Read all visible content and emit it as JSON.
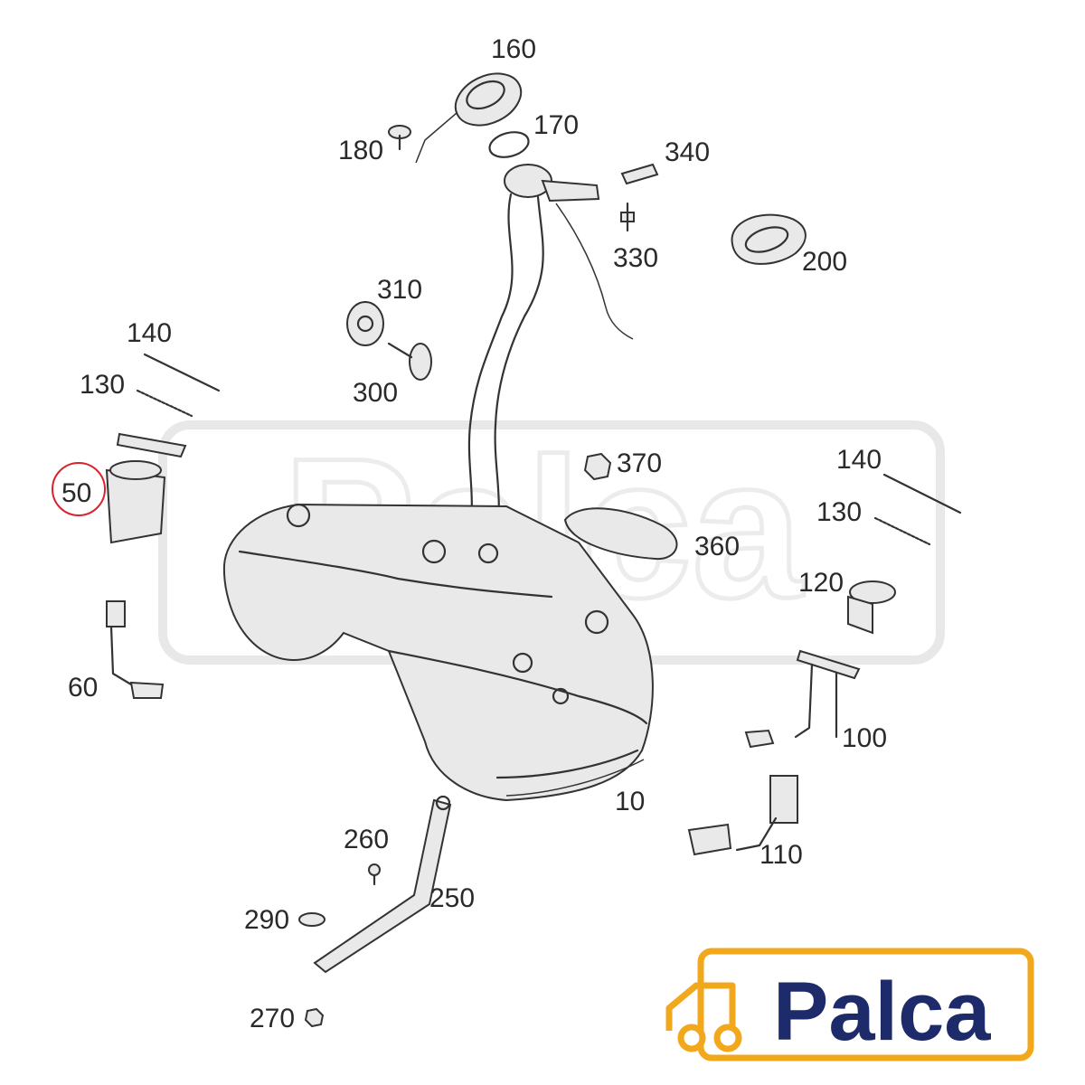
{
  "diagram": {
    "callouts": [
      {
        "id": "c160",
        "label": "160"
      },
      {
        "id": "c170",
        "label": "170"
      },
      {
        "id": "c180",
        "label": "180"
      },
      {
        "id": "c340",
        "label": "340"
      },
      {
        "id": "c330",
        "label": "330"
      },
      {
        "id": "c200",
        "label": "200"
      },
      {
        "id": "c310",
        "label": "310"
      },
      {
        "id": "c300",
        "label": "300"
      },
      {
        "id": "c140a",
        "label": "140"
      },
      {
        "id": "c130a",
        "label": "130"
      },
      {
        "id": "c50",
        "label": "50"
      },
      {
        "id": "c60",
        "label": "60"
      },
      {
        "id": "c370",
        "label": "370"
      },
      {
        "id": "c360",
        "label": "360"
      },
      {
        "id": "c140b",
        "label": "140"
      },
      {
        "id": "c130b",
        "label": "130"
      },
      {
        "id": "c120",
        "label": "120"
      },
      {
        "id": "c100",
        "label": "100"
      },
      {
        "id": "c10",
        "label": "10"
      },
      {
        "id": "c110",
        "label": "110"
      },
      {
        "id": "c260",
        "label": "260"
      },
      {
        "id": "c250",
        "label": "250"
      },
      {
        "id": "c290",
        "label": "290"
      },
      {
        "id": "c270",
        "label": "270"
      }
    ],
    "highlight_color": "#d9232e"
  },
  "logo": {
    "text": "Palca",
    "icon": "truck-icon",
    "text_color": "#1d2b6b",
    "icon_color": "#f2a81d"
  },
  "watermark": {
    "text": "Palca"
  }
}
